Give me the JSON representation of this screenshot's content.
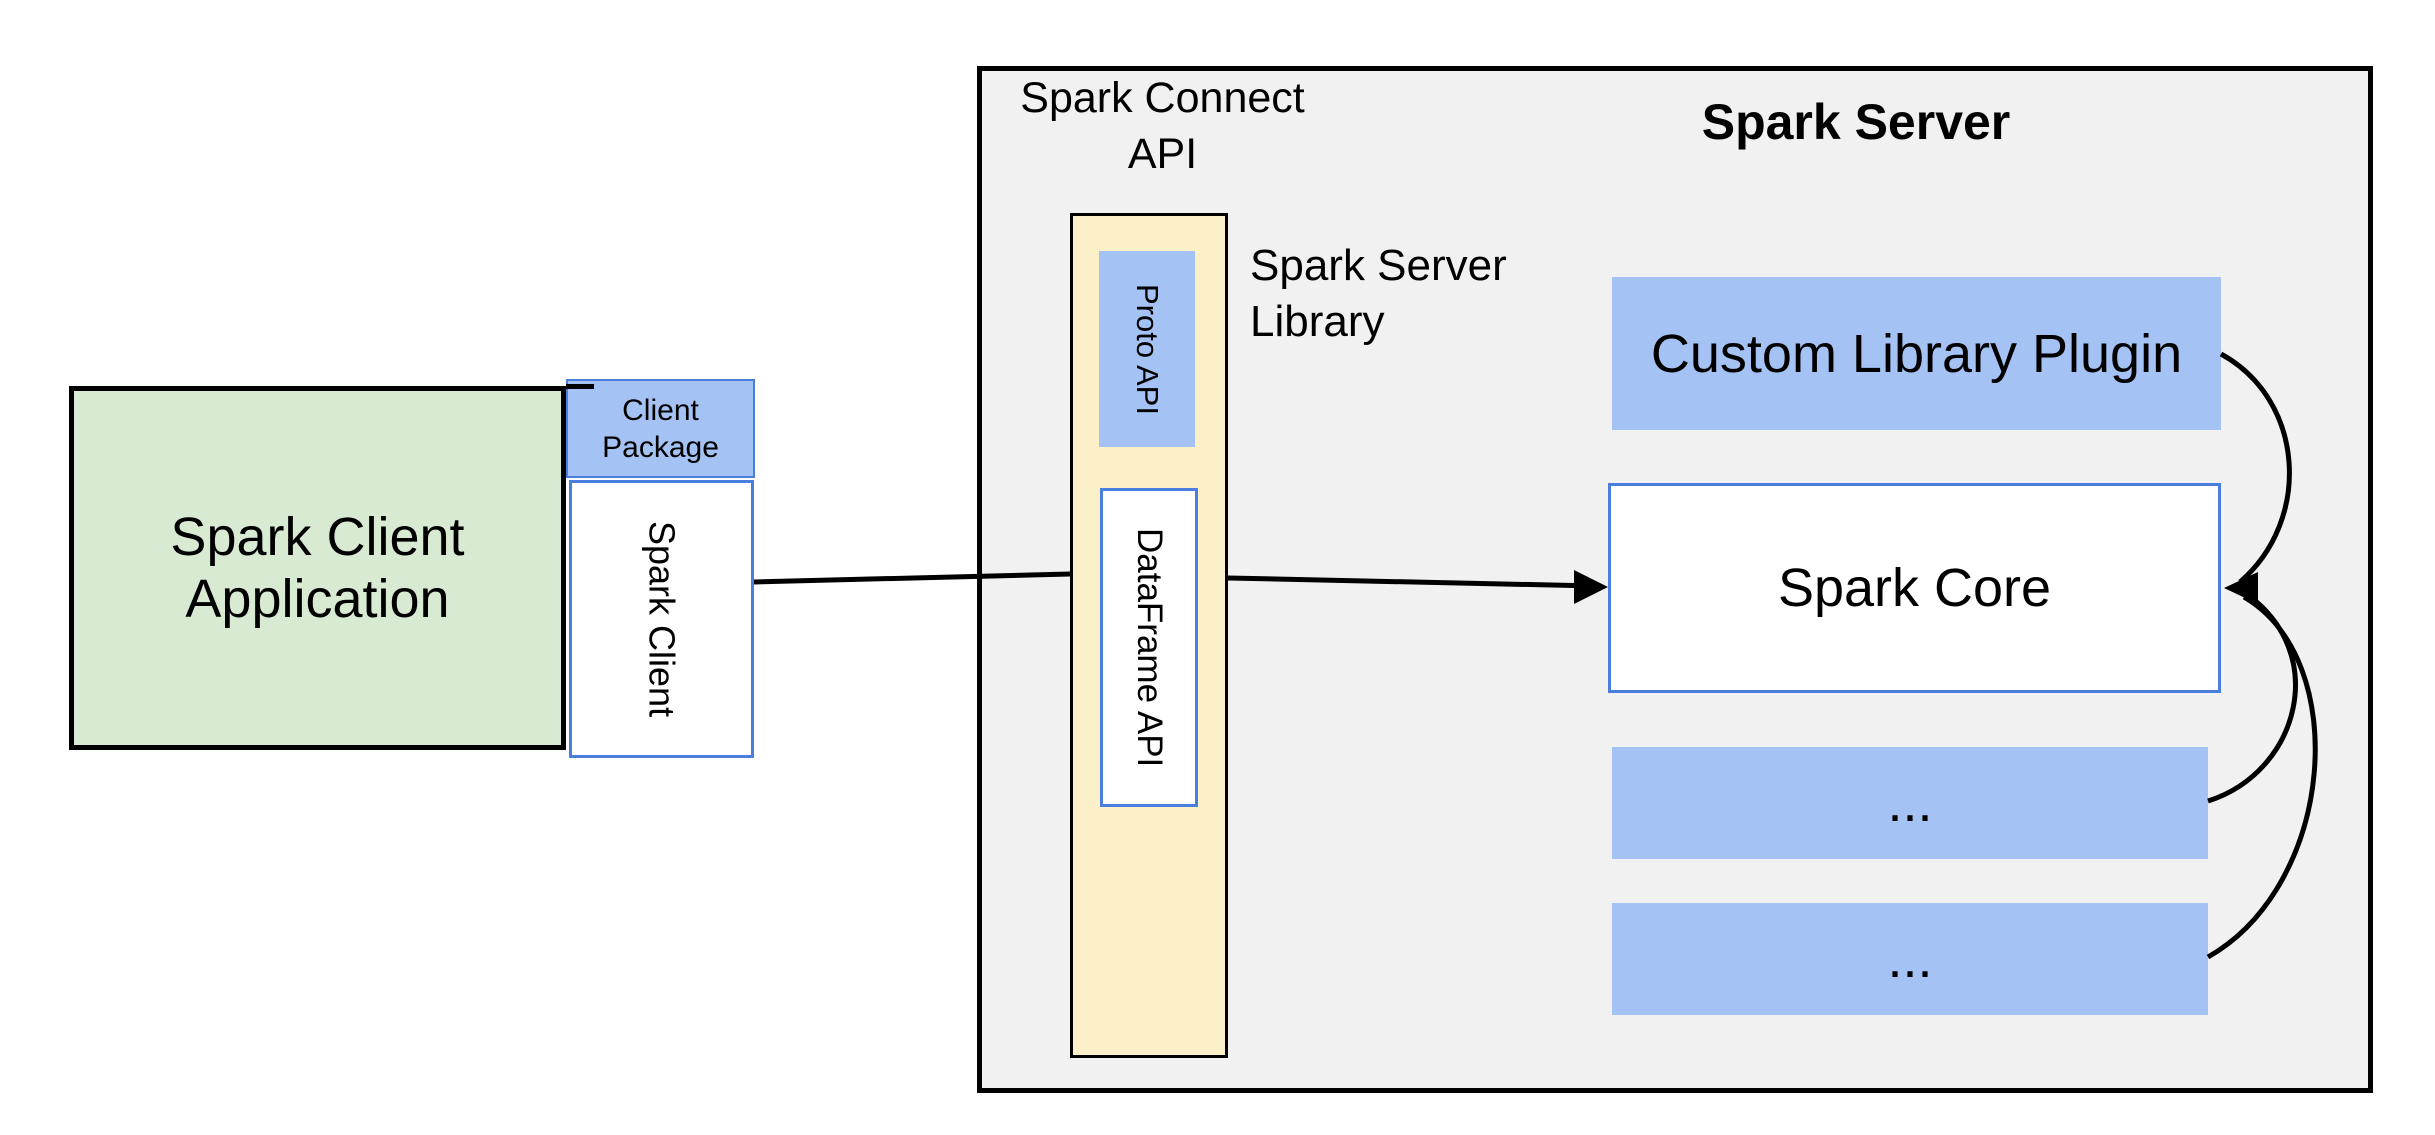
{
  "diagram": {
    "client": {
      "app_lines": [
        "Spark Client",
        "Application"
      ],
      "package_lines": [
        "Client",
        "Package"
      ],
      "client_box_label": "Spark Client"
    },
    "connect": {
      "title_lines": [
        "Spark Connect",
        "API"
      ],
      "library_label_lines": [
        "Spark Server",
        "Library"
      ],
      "proto_label": "Proto  API",
      "dataframe_label": "DataFrame API"
    },
    "server": {
      "title": "Spark Server",
      "plugin_label": "Custom Library Plugin",
      "core_label": "Spark Core",
      "slot1_label": "...",
      "slot2_label": "..."
    },
    "colors": {
      "green_fill": "#D9EAD3",
      "blue_fill": "#A4C2F4",
      "blue_border": "#4A7EDC",
      "yellow_fill": "#FCF0C8",
      "gray_fill": "#F1F1F2",
      "line": "#000000"
    }
  }
}
